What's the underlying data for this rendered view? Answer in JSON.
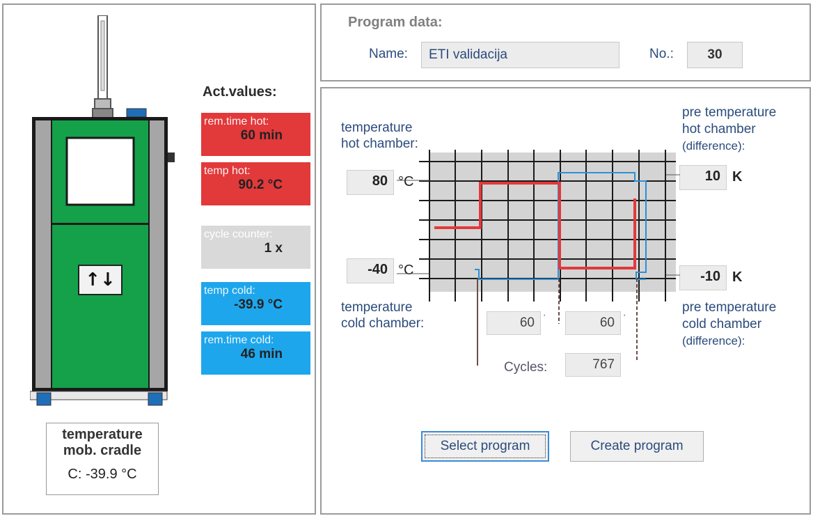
{
  "act_values": {
    "title": "Act.values:",
    "rem_time_hot": {
      "label": "rem.time hot:",
      "value": "60 min"
    },
    "temp_hot": {
      "label": "temp hot:",
      "value": "90.2 °C"
    },
    "cycle_counter": {
      "label": "cycle counter:",
      "value": "1 x"
    },
    "temp_cold": {
      "label": "temp cold:",
      "value": "-39.9 °C"
    },
    "rem_time_cold": {
      "label": "rem.time cold:",
      "value": "46 min"
    }
  },
  "mob_cradle": {
    "label_line1": "temperature",
    "label_line2": "mob. cradle",
    "value": "C: -39.9 °C"
  },
  "chamber": {
    "door_icon": "↑↓",
    "door_icon_name": "up-down-arrows-icon"
  },
  "program": {
    "title": "Program data:",
    "name_label": "Name:",
    "name_value": "ETI validacija",
    "no_label": "No.:",
    "no_value": "30"
  },
  "graph": {
    "hot_label_1": "temperature",
    "hot_label_2": "hot chamber:",
    "hot_value": "80",
    "hot_unit": "°C",
    "cold_value": "-40",
    "cold_unit": "°C",
    "cold_label_1": "temperature",
    "cold_label_2": "cold chamber:",
    "pre_hot_label_1": "pre temperature",
    "pre_hot_label_2": "hot chamber",
    "pre_hot_label_3": "(difference):",
    "pre_hot_value": "10",
    "pre_hot_unit": "K",
    "pre_cold_label_1": "pre temperature",
    "pre_cold_label_2": "cold chamber",
    "pre_cold_label_3": "(difference):",
    "pre_cold_value": "-10",
    "pre_cold_unit": "K",
    "time_hot_value": "60",
    "time_cold_value": "60",
    "time_unit": "'",
    "cycles_label": "Cycles:",
    "cycles_value": "767"
  },
  "buttons": {
    "select_program": "Select program",
    "create_program": "Create program"
  },
  "colors": {
    "hot": "#e2393b",
    "cold": "#1ea6ec",
    "chamber_green": "#14a14a",
    "grid_bg": "#d4d4d4"
  }
}
